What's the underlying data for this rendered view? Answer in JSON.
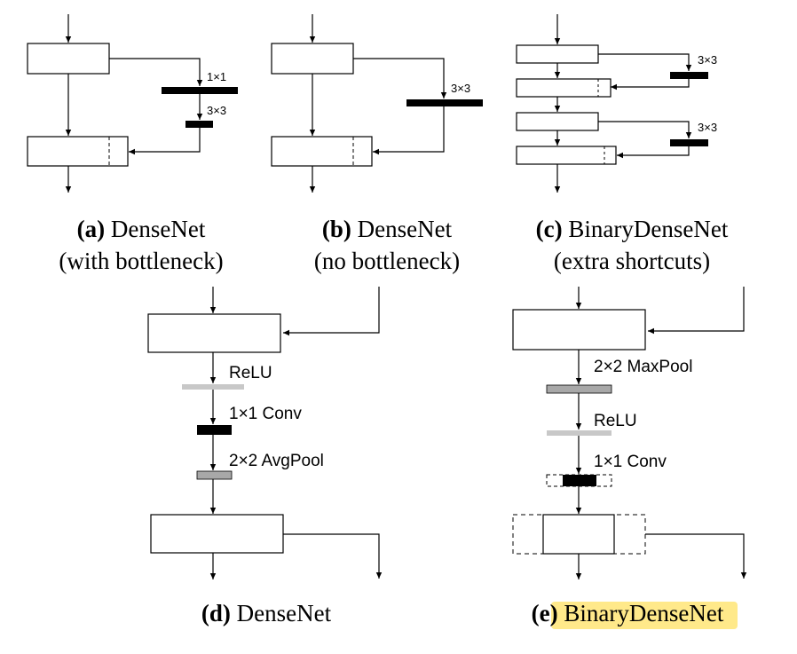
{
  "panels": {
    "a": {
      "tag": "(a)",
      "title": "DenseNet",
      "subtitle": "(with bottleneck)",
      "conv1_label": "1×1",
      "conv3_label": "3×3"
    },
    "b": {
      "tag": "(b)",
      "title": "DenseNet",
      "subtitle": "(no bottleneck)",
      "conv3_label": "3×3"
    },
    "c": {
      "tag": "(c)",
      "title": "BinaryDenseNet",
      "subtitle": "(extra shortcuts)",
      "conv3_label_1": "3×3",
      "conv3_label_2": "3×3"
    },
    "d": {
      "tag": "(d)",
      "title": "DenseNet",
      "relu_label": "ReLU",
      "conv_label": "1×1 Conv",
      "pool_label": "2×2 AvgPool"
    },
    "e": {
      "tag": "(e)",
      "title": "BinaryDenseNet",
      "pool_label": "2×2 MaxPool",
      "relu_label": "ReLU",
      "conv_label": "1×1 Conv"
    }
  },
  "colors": {
    "conv": "#000000",
    "relu": "#c8c8c8",
    "pool": "#a8a8a8",
    "highlight": "#ffe98a"
  }
}
